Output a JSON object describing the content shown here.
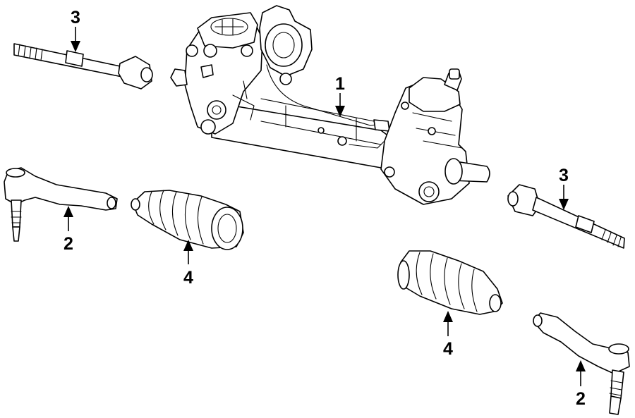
{
  "diagram": {
    "callouts": {
      "rack_gear": "1",
      "tie_rod_end_left": "2",
      "tie_rod_end_right": "2",
      "inner_tie_rod_left": "3",
      "inner_tie_rod_right": "3",
      "boot_left": "4",
      "boot_right": "4"
    },
    "colors": {
      "line": "#000000",
      "background": "#ffffff"
    }
  }
}
